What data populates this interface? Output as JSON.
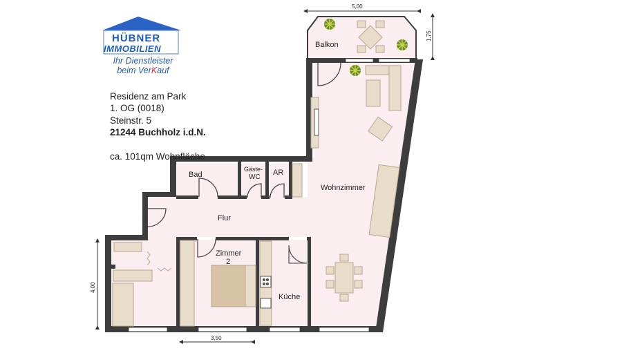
{
  "logo": {
    "brand_line1": "HÜBNER",
    "brand_line2": "IMMOBILIEN",
    "tagline_line1": "Ihr Dienstleister",
    "tagline_line2_prefix": "beim Ver",
    "tagline_line2_accent": "K",
    "tagline_line2_suffix": "auf",
    "colors": {
      "roof": "#2a63c4",
      "text": "#1f5bb8",
      "accent": "#d62f2f"
    }
  },
  "property": {
    "name": "Residenz am Park",
    "floor": "1. OG (0018)",
    "street": "Steinstr. 5",
    "city": "21244 Buchholz i.d.N.",
    "area": "ca. 101qm Wohnfläche"
  },
  "rooms": {
    "balkon": "Balkon",
    "wohnzimmer": "Wohnzimmer",
    "bad": "Bad",
    "gaeste_wc_1": "Gäste-",
    "gaeste_wc_2": "WC",
    "ar": "AR",
    "flur": "Flur",
    "zimmer_1": "Zimmer",
    "zimmer_2": "2",
    "kueche": "Küche"
  },
  "dimensions": {
    "top": "5,00",
    "right": "1,75",
    "left": "4,00",
    "bottom": "3,50"
  },
  "colors": {
    "wall": "#3d3d3d",
    "floor": "#fbeef0",
    "furniture": "#e8dccb",
    "furniture_dark": "#cdb79e",
    "window": "#ffffff"
  }
}
